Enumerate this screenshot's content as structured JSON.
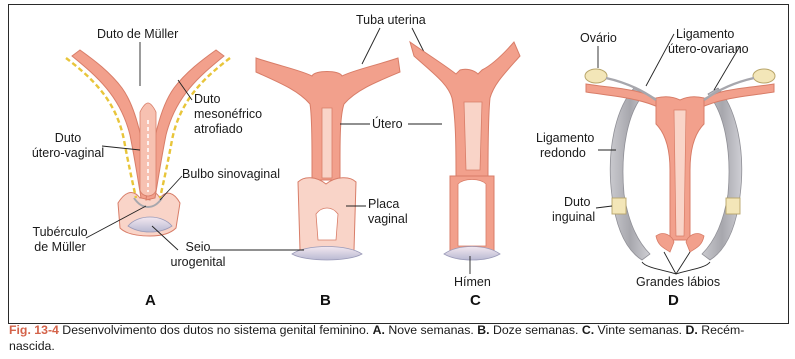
{
  "colors": {
    "tissue": "#f2a08c",
    "tissue_edge": "#d87d68",
    "tissue_light": "#f9d4c8",
    "duct_yellow": "#e8c53a",
    "ligament_gray": "#a7a7ad",
    "caption_accent": "#d4634a"
  },
  "labels": {
    "duto_muller": "Duto de Müller",
    "duto_meso_1": "Duto",
    "duto_meso_2": "mesonéfrico",
    "duto_meso_3": "atrofiado",
    "duto_utero_1": "Duto",
    "duto_utero_2": "útero-vaginal",
    "bulbo": "Bulbo sinovaginal",
    "tuberculo_1": "Tubérculo",
    "tuberculo_2": "de Müller",
    "seio_1": "Seio",
    "seio_2": "urogenital",
    "tuba": "Tuba uterina",
    "utero": "Útero",
    "placa_1": "Placa",
    "placa_2": "vaginal",
    "himen": "Hímen",
    "ovario": "Ovário",
    "lig_uo_1": "Ligamento",
    "lig_uo_2": "útero-ovariano",
    "lig_red_1": "Ligamento",
    "lig_red_2": "redondo",
    "duto_ing_1": "Duto",
    "duto_ing_2": "inguinal",
    "grandes": "Grandes lábios"
  },
  "panels": [
    "A",
    "B",
    "C",
    "D"
  ],
  "caption": {
    "fig": "Fig. 13-4",
    "text1": " Desenvolvimento dos dutos no sistema genital feminino. ",
    "a": "A.",
    "a_text": " Nove semanas. ",
    "b": "B.",
    "b_text": " Doze semanas. ",
    "c": "C.",
    "c_text": " Vinte semanas. ",
    "d": "D.",
    "d_text": " Recém-nascida."
  }
}
